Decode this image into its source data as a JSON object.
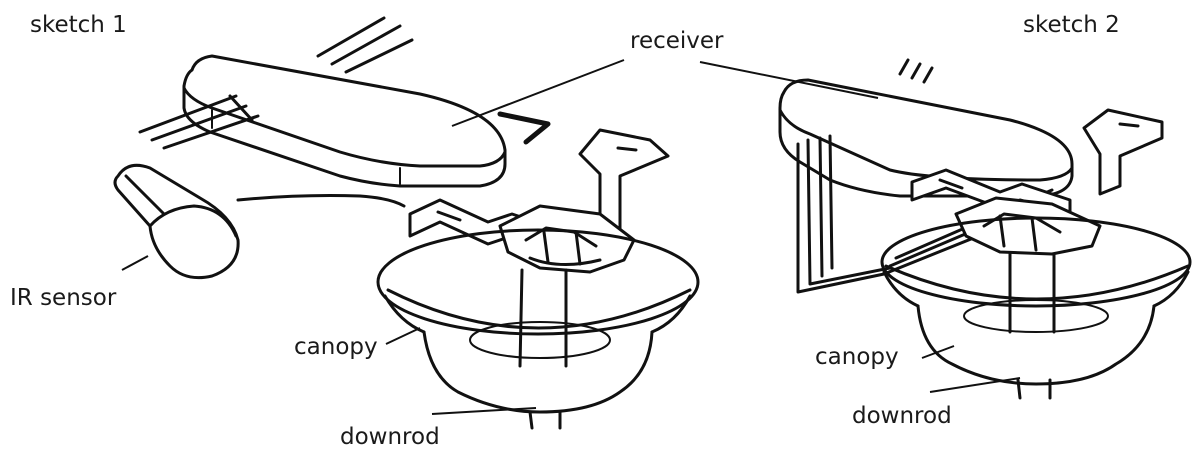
{
  "sketches": {
    "left_title": "sketch 1",
    "right_title": "sketch 2"
  },
  "labels": {
    "receiver": "receiver",
    "ir_sensor": "IR sensor",
    "canopy_1": "canopy",
    "downrod_1": "downrod",
    "canopy_2": "canopy",
    "downrod_2": "downrod"
  }
}
